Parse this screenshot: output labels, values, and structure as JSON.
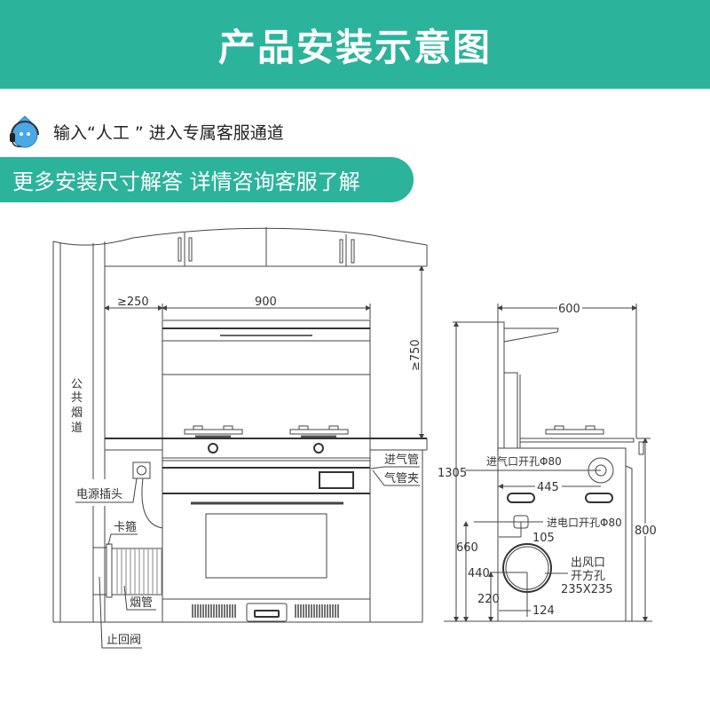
{
  "header": {
    "title": "产品安装示意图"
  },
  "service": {
    "icon": "customer-service-headset-icon",
    "text": "输入“人工 ” 进入专属客服通道"
  },
  "banner": {
    "text": "更多安装尺寸解答 详情咨询客服了解"
  },
  "colors": {
    "accent": "#2bb39b"
  },
  "front_view": {
    "flue_label": [
      "公",
      "共",
      "烟",
      "道"
    ],
    "dim_side_clearance": "≥250",
    "dim_width": "900",
    "dim_height_clearance": "≥750",
    "labels": {
      "power_plug": "电源插头",
      "clamp": "卡箍",
      "smoke_pipe": "烟管",
      "check_valve": "止回阀",
      "gas_inlet_pipe": "进气管",
      "gas_pipe_clip": "气管夹"
    }
  },
  "side_view": {
    "dim_depth": "600",
    "dim_total_height": "1305",
    "dim_cabinet_height": "800",
    "dim_gas_offset": "445",
    "dim_power_height": "660",
    "dim_power_offset": "105",
    "dim_exhaust_top": "440",
    "dim_exhaust_center": "220",
    "dim_exhaust_offset": "124",
    "gas_inlet_label": "进气口开孔Φ80",
    "power_inlet_label": "进电口开孔Φ80",
    "exhaust_label": [
      "出风口",
      "开方孔",
      "235X235"
    ]
  }
}
